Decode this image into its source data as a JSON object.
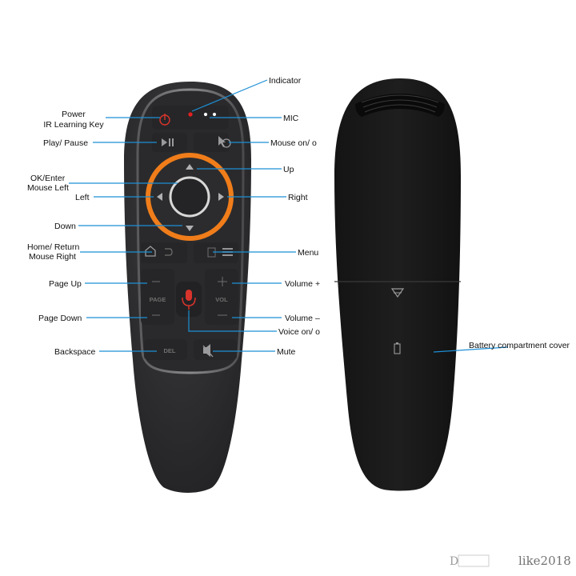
{
  "front_labels": {
    "indicator": "Indicator",
    "power": "Power",
    "ir_learning": "IR Learning Key",
    "mic": "MIC",
    "play_pause": "Play/ Pause",
    "mouse_onoff": "Mouse on/  o",
    "up": "Up",
    "ok_enter": "OK/Enter",
    "mouse_left": "Mouse Left",
    "left": "Left",
    "right": "Right",
    "down": "Down",
    "home_return": "Home/ Return",
    "mouse_right": "Mouse  Right",
    "menu": "Menu",
    "page_up": "Page Up",
    "volume_up": "Volume +",
    "page_down": "Page  Down",
    "volume_down": "Volume –",
    "voice_onoff": "Voice on/  o",
    "backspace": "Backspace",
    "mute": "Mute"
  },
  "button_marks": {
    "page": "PAGE",
    "vol": "VOL",
    "del": "DEL"
  },
  "back_labels": {
    "battery_cover": "Battery compartment cover"
  },
  "watermark": {
    "store": "like2018"
  },
  "colors": {
    "leader": "#1c8fd6",
    "ring": "#f07d1a",
    "mic_button": "#d8342c",
    "indicator_led": "#e32020"
  }
}
